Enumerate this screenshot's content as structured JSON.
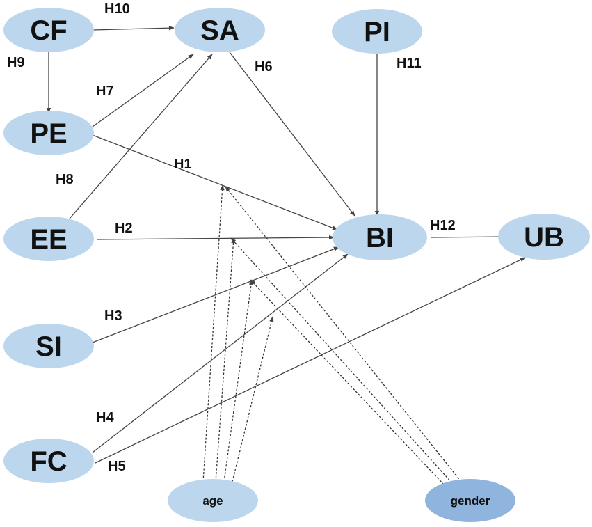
{
  "colors": {
    "node_fill": "#bcd6ee",
    "node_fill_dark": "#8fb4de",
    "edge": "#444444"
  },
  "nodes": {
    "cf": "CF",
    "sa": "SA",
    "pi": "PI",
    "pe": "PE",
    "ee": "EE",
    "bi": "BI",
    "ub": "UB",
    "si": "SI",
    "fc": "FC",
    "age": "age",
    "gender": "gender"
  },
  "hypotheses": {
    "h1": "H1",
    "h2": "H2",
    "h3": "H3",
    "h4": "H4",
    "h5": "H5",
    "h6": "H6",
    "h7": "H7",
    "h8": "H8",
    "h9": "H9",
    "h10": "H10",
    "h11": "H11",
    "h12": "H12"
  }
}
